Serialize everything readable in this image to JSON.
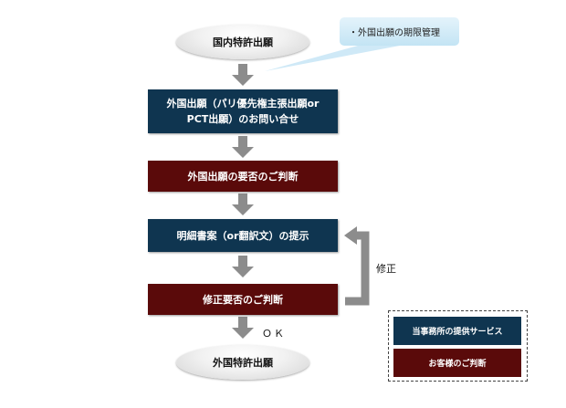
{
  "nodes": {
    "start": "国内特許出願",
    "application": "外国出願（パリ優先権主張出願or\nPCT出願）のお問い合せ",
    "decision_apply": "外国出願の要否のご判断",
    "spec": "明細書案（or翻訳文）の提示",
    "decision_fix": "修正要否のご判断",
    "end": "外国特許出願"
  },
  "callout": "・外国出願の期限管理",
  "labels": {
    "revise": "修正",
    "ok": "ＯＫ"
  },
  "legend": {
    "service": "当事務所の提供サービス",
    "client": "お客様のご判断"
  },
  "colors": {
    "navy": "#0f3550",
    "maroon": "#5a0a0a",
    "arrow": "#8c8c8c",
    "callout": "#cfe9f7"
  }
}
